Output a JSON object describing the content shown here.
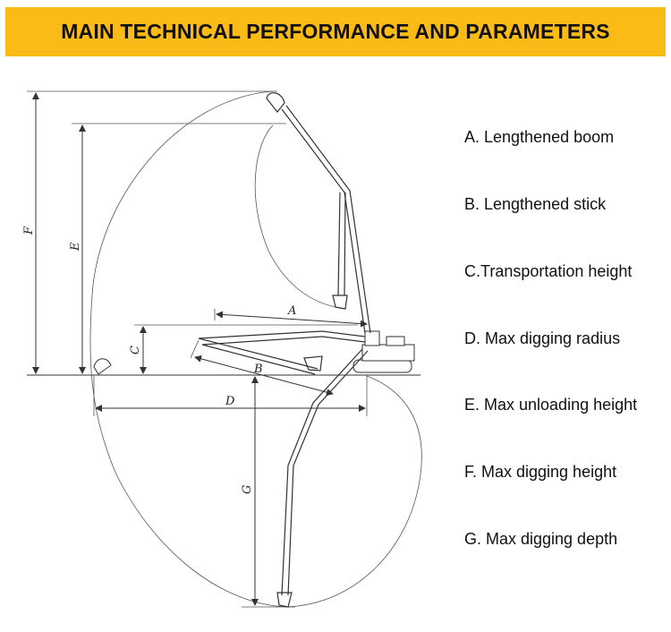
{
  "header": {
    "title": "MAIN TECHNICAL PERFORMANCE AND PARAMETERS"
  },
  "dimension_letters": {
    "a": "A",
    "b": "B",
    "c": "C",
    "d": "D",
    "e": "E",
    "f": "F",
    "g": "G"
  },
  "legend": {
    "items": [
      "A. Lengthened boom",
      "B. Lengthened stick",
      "C.Transportation height",
      "D. Max digging radius",
      "E. Max unloading height",
      "F. Max digging height",
      "G. Max digging depth"
    ]
  },
  "colors": {
    "header_bg": "#fbbb17",
    "line": "#333333"
  }
}
